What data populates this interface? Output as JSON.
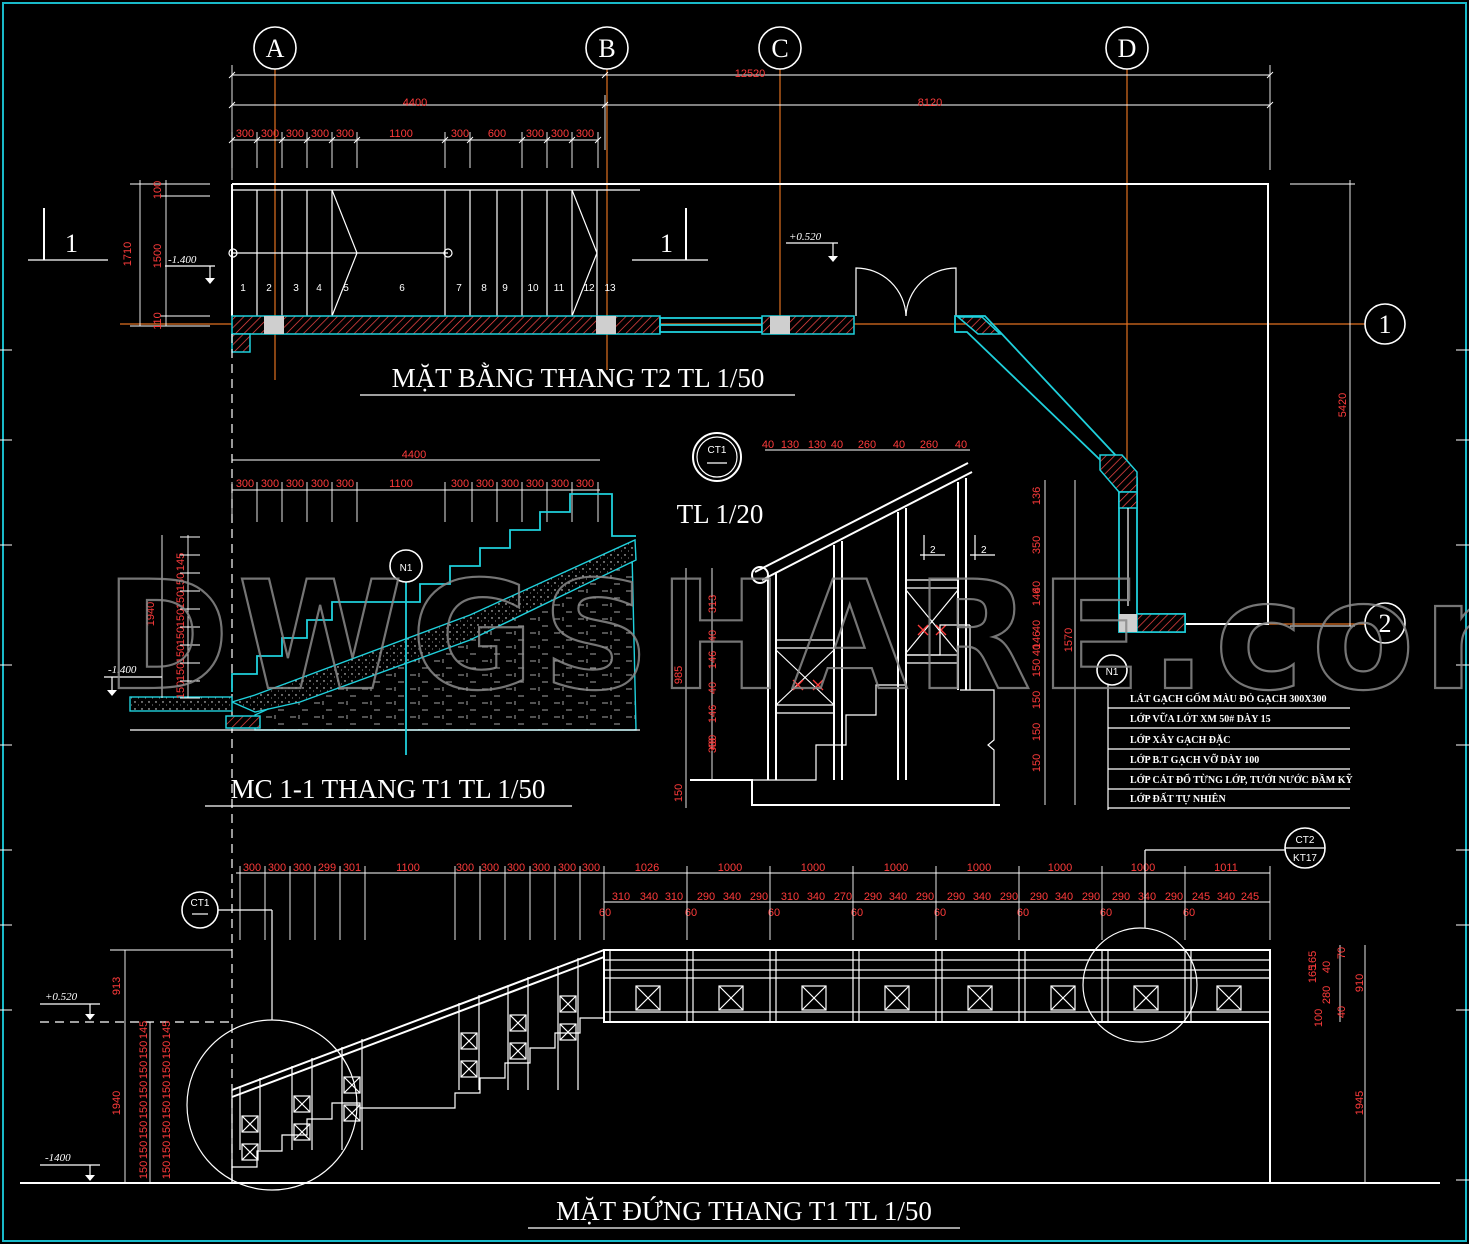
{
  "titles": {
    "plan": "MẶT BẰNG THANG T2  TL 1/50",
    "section": "MC 1-1 THANG T1  TL 1/50",
    "elevation": "MẶT ĐỨNG THANG T1  TL 1/50",
    "detail_scale": "TL 1/20"
  },
  "grid_axes": {
    "a": "A",
    "b": "B",
    "c": "C",
    "d": "D",
    "one": "1",
    "two": "2"
  },
  "section_marks": {
    "left": "1",
    "right": "1",
    "detail2a": "2",
    "detail2b": "2"
  },
  "callouts": {
    "ct1_top": "CT1",
    "ct1_elev": "CT1",
    "ct2": "CT2",
    "kt17": "KT17",
    "n1_section": "N1",
    "n1_plan": "N1"
  },
  "levels": {
    "plan_left": "-1.400",
    "plan_right": "+0.520",
    "section_left": "-1.400",
    "elev_top": "+0.520",
    "elev_bottom": "-1400"
  },
  "plan_dims": {
    "overall": "12520",
    "left": "4400",
    "right": "8120",
    "steps_left": [
      "300",
      "300",
      "300",
      "300",
      "300"
    ],
    "landing": "1100",
    "steps_right": [
      "300",
      "600",
      "300",
      "300",
      "300"
    ],
    "vert_total": "1710",
    "vert_parts": [
      "100",
      "1500",
      "110"
    ],
    "right_vert": "5420"
  },
  "step_numbers": [
    "1",
    "2",
    "3",
    "4",
    "5",
    "6",
    "7",
    "8",
    "9",
    "10",
    "11",
    "12",
    "13"
  ],
  "section_dims": {
    "overall": "4400",
    "steps_left": [
      "300",
      "300",
      "300",
      "300",
      "300"
    ],
    "landing": "1100",
    "steps_right": [
      "300",
      "300",
      "300",
      "300",
      "300",
      "300"
    ],
    "vert_total": "1940",
    "risers": [
      "145",
      "150",
      "150",
      "150",
      "150",
      "150",
      "150",
      "150"
    ]
  },
  "detail_dims": {
    "top": [
      "40",
      "130",
      "130",
      "40",
      "260",
      "40",
      "260",
      "40"
    ],
    "left_total": "985",
    "left_parts": [
      "313",
      "40",
      "146",
      "40",
      "146",
      "40",
      "300"
    ],
    "base": "150",
    "right_total": "1570",
    "right_parts": [
      "136",
      "350",
      "40",
      "146",
      "40",
      "146",
      "40",
      "150",
      "150",
      "150",
      "150"
    ]
  },
  "legend_n1": [
    "LÁT GẠCH GỐM MÀU ĐỎ GẠCH 300X300",
    "LỚP VỮA LÓT XM 50# DÀY 15",
    "LỚP XÂY GẠCH ĐẶC",
    "LỚP B.T GẠCH VỠ DÀY 100",
    "LỚP CÁT ĐỔ TỪNG LỚP, TƯỚI NƯỚC ĐẦM KỸ",
    "LỚP ĐẤT TỰ NHIÊN"
  ],
  "elev_dims": {
    "top_row": [
      "300",
      "300",
      "300",
      "299",
      "301",
      "1100",
      "300",
      "300",
      "300",
      "300",
      "300",
      "300",
      "1026",
      "1000",
      "1000",
      "1000",
      "1000",
      "1000",
      "1000",
      "1011"
    ],
    "bottom_row": [
      "310",
      "340",
      "310",
      "290",
      "340",
      "290",
      "310",
      "340",
      "270",
      "290",
      "340",
      "290",
      "290",
      "340",
      "290",
      "290",
      "340",
      "290",
      "290",
      "340",
      "290",
      "245",
      "340",
      "245"
    ],
    "sixty": [
      "60",
      "60",
      "60",
      "60",
      "60",
      "60",
      "60",
      "60"
    ],
    "left_vert": "913",
    "left_total": "1940",
    "left_risers": [
      "145",
      "150",
      "150",
      "150",
      "150",
      "150",
      "150",
      "150"
    ],
    "right_total": "910",
    "right_parts": [
      "70",
      "40",
      "165",
      "165",
      "280",
      "100",
      "40"
    ],
    "right_lower": "1945"
  },
  "watermark": "DWGSHARE.com"
}
